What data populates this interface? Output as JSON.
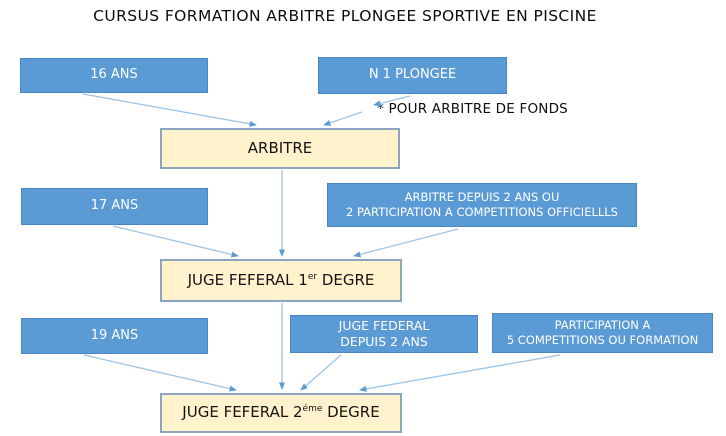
{
  "title": "CURSUS FORMATION ARBITRE PLONGEE SPORTIVE EN PISCINE",
  "footnote": "* POUR ARBITRE DE FONDS",
  "colors": {
    "box_blue_fill": "#5B9BD5",
    "box_blue_border": "#4A86C2",
    "box_cream_fill": "#FFF2CC",
    "box_cream_border": "#8EA5BF",
    "arrow_line": "#9DC3E6",
    "arrow_head": "#5B9BD5",
    "blue_box_text": "#FFFFFF",
    "cream_box_text": "#141414"
  },
  "nodes": {
    "age16": {
      "label": "16 ANS"
    },
    "n1_plongee": {
      "label": "N 1 PLONGEE"
    },
    "arbitre": {
      "label": "ARBITRE"
    },
    "age17": {
      "label": "17 ANS"
    },
    "arbitre_depuis": {
      "line1": "ARBITRE DEPUIS 2 ANS OU",
      "line2": "2 PARTICIPATION A COMPETITIONS OFFICIELLLS"
    },
    "juge1": {
      "prefix": "JUGE FEFERAL 1",
      "sup": "er",
      "suffix": " DEGRE"
    },
    "age19": {
      "label": "19 ANS"
    },
    "juge_federal_depuis": {
      "line1": "JUGE FEDERAL",
      "line2": "DEPUIS 2 ANS"
    },
    "participation": {
      "line1": "PARTICIPATION A",
      "line2": "5 COMPETITIONS OU FORMATION"
    },
    "juge2": {
      "prefix": "JUGE FEFERAL 2",
      "sup": "éme",
      "suffix": " DEGRE"
    }
  }
}
